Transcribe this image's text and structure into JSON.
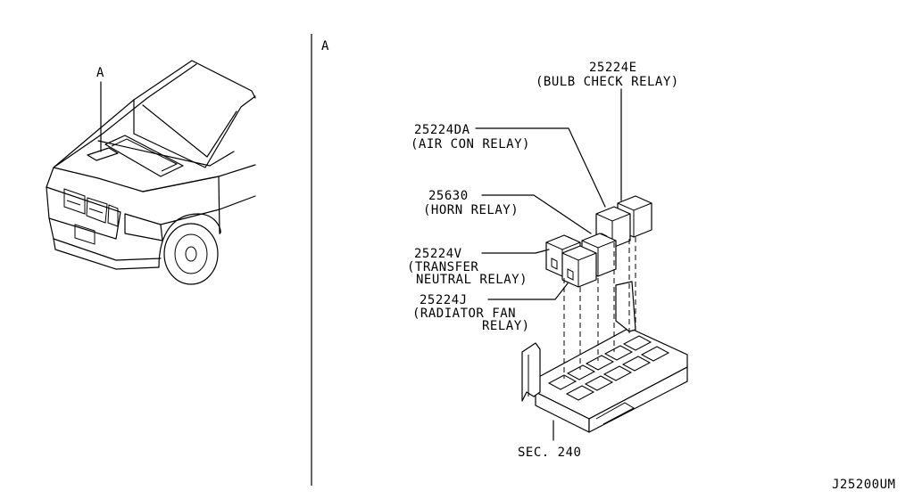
{
  "view_marker_left": "A",
  "view_marker_right": "A",
  "parts": [
    {
      "number": "25224E",
      "name": "(BULB CHECK RELAY)"
    },
    {
      "number": "25224DA",
      "name": "(AIR CON RELAY)"
    },
    {
      "number": "25630",
      "name": "(HORN RELAY)"
    },
    {
      "number": "25224V",
      "name_line1": "(TRANSFER",
      "name_line2": "NEUTRAL RELAY)"
    },
    {
      "number": "25224J",
      "name_line1": "(RADIATOR FAN",
      "name_line2": "RELAY)"
    }
  ],
  "section_ref": "SEC. 240",
  "diagram_code": "J25200UM"
}
